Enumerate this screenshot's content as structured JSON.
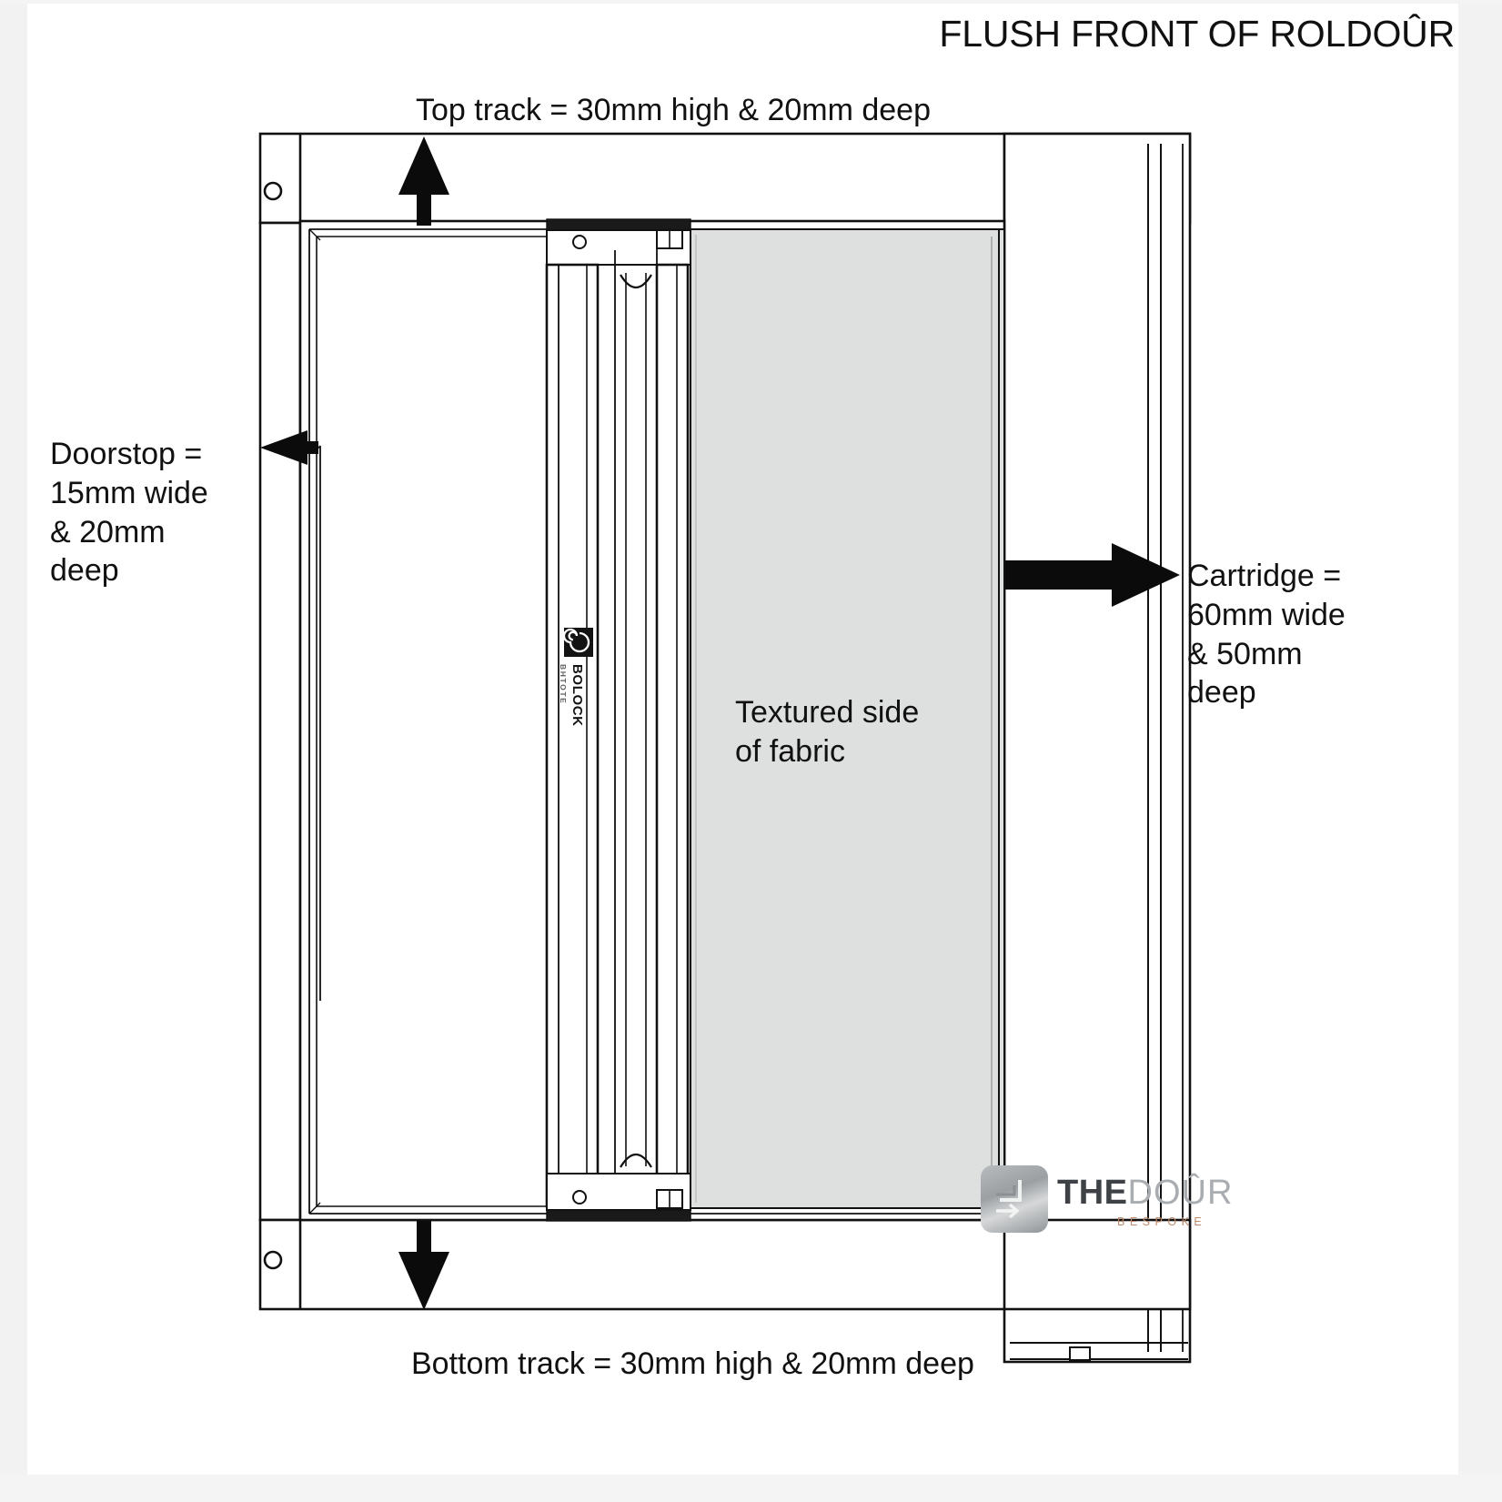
{
  "title": "FLUSH FRONT OF ROLDOÛR",
  "labels": {
    "top_track": "Top track = 30mm high & 20mm deep",
    "bottom_track": "Bottom track = 30mm high & 20mm deep",
    "doorstop": "Doorstop =\n15mm wide\n& 20mm\ndeep",
    "cartridge": "Cartridge =\n60mm wide\n& 50mm\ndeep",
    "fabric": "Textured side\nof fabric"
  },
  "component_logo": {
    "brand": "BOLOCK",
    "sub": "BHTOTE"
  },
  "watermark": {
    "the": "THE",
    "dour": "DOÛR",
    "bespoke": "BESPOKE"
  },
  "colors": {
    "background": "#ffffff",
    "line": "#111111",
    "fabric_fill": "#dfe0e0",
    "panel_fill": "#ffffff",
    "watermark_accent": "#c08a6a"
  },
  "dimensions": {
    "top_track_height_mm": 30,
    "top_track_depth_mm": 20,
    "bottom_track_height_mm": 30,
    "bottom_track_depth_mm": 20,
    "doorstop_width_mm": 15,
    "doorstop_depth_mm": 20,
    "cartridge_width_mm": 60,
    "cartridge_depth_mm": 50
  }
}
